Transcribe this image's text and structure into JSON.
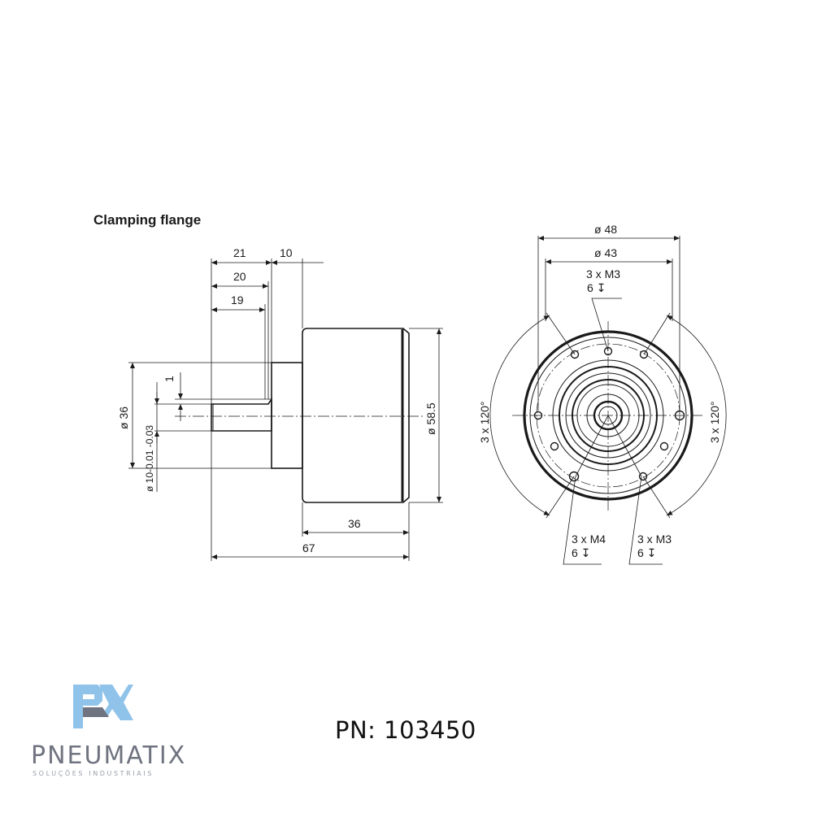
{
  "title": "Clamping flange",
  "side_view": {
    "dims_top": [
      "21",
      "10",
      "20",
      "19"
    ],
    "dims_left": [
      "1",
      "ø 36",
      "ø 10-0.01 -0.03"
    ],
    "dim_right": "ø 58.5",
    "dims_bottom": [
      "36",
      "67"
    ]
  },
  "front_view": {
    "dim_outer": "ø 48",
    "dim_inner": "ø 43",
    "callout_top": [
      "3 x M3",
      "6 ↧"
    ],
    "angle_left": "3 x 120°",
    "angle_right": "3 x 120°",
    "callout_bottom_left": [
      "3 x M4",
      "6 ↧"
    ],
    "callout_bottom_right": [
      "3 x M3",
      "6 ↧"
    ]
  },
  "footer": {
    "part_number": "PN: 103450",
    "brand": "PNEUMATIX",
    "tagline": "SOLUÇÕES INDUSTRIAIS"
  },
  "colors": {
    "line": "#1a1a1a",
    "logo_blue": "#8fc3ea",
    "logo_grey": "#6f7480"
  }
}
